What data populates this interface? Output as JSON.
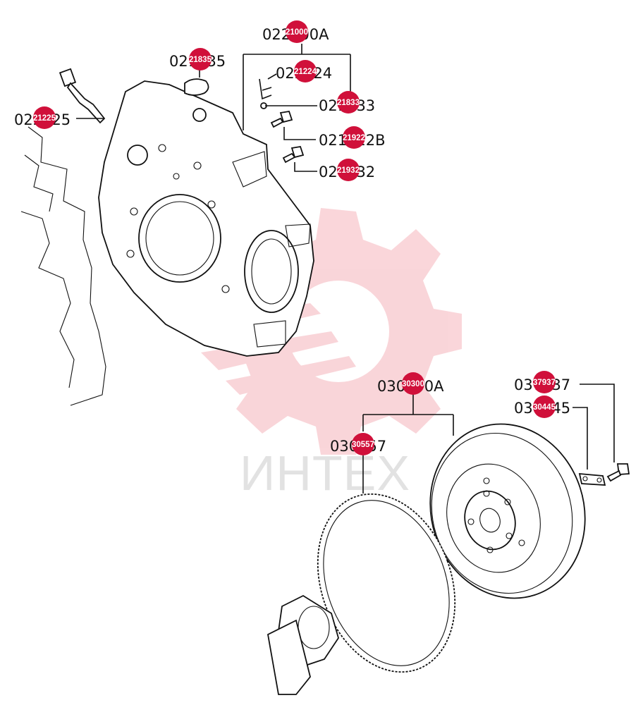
{
  "watermark": {
    "text": "ИНТЕХ",
    "color": "#f2b8bd"
  },
  "marker_color": "#d0103a",
  "callouts": [
    {
      "id": "engine-cover-group",
      "label": "022100A",
      "marker": "21000"
    },
    {
      "id": "plate",
      "label": "021835",
      "marker": "21835"
    },
    {
      "id": "bracket",
      "label": "022124",
      "marker": "21224"
    },
    {
      "id": "sensor",
      "label": "022125",
      "marker": "21225"
    },
    {
      "id": "nut",
      "label": "021833",
      "marker": "21833"
    },
    {
      "id": "bolt-b",
      "label": "021922B",
      "marker": "21922"
    },
    {
      "id": "bolt",
      "label": "021932",
      "marker": "21932"
    },
    {
      "id": "flywheel-group",
      "label": "030300A",
      "marker": "30300"
    },
    {
      "id": "bolt-flywheel",
      "label": "037937",
      "marker": "37937"
    },
    {
      "id": "washer-plate",
      "label": "030445",
      "marker": "30445"
    },
    {
      "id": "ring-gear",
      "label": "030557",
      "marker": "30557"
    }
  ]
}
